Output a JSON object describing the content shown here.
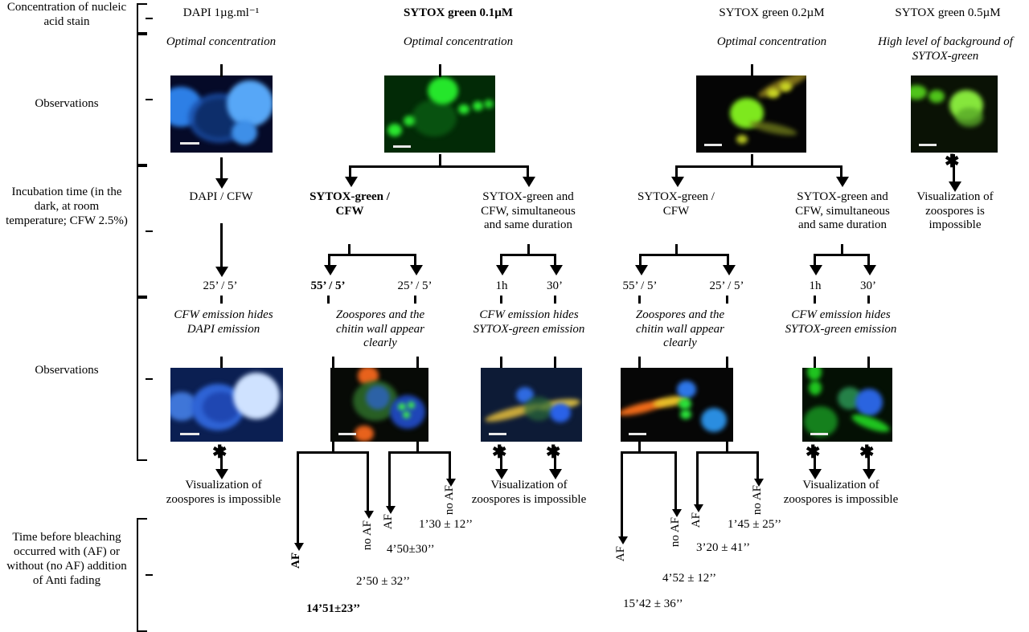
{
  "row_labels": [
    {
      "id": "concentration",
      "text": "Concentration of nucleic acid stain"
    },
    {
      "id": "observations-1",
      "text": "Observations"
    },
    {
      "id": "incubation",
      "text": "Incubation time (in the dark, at room temperature; CFW 2.5%)"
    },
    {
      "id": "observations-2",
      "text": "Observations"
    },
    {
      "id": "bleaching",
      "text": "Time before bleaching occurred with  (AF) or without (no AF) addition of Anti fading"
    }
  ],
  "columns": {
    "dapi": {
      "concentration": "DAPI 1µg.ml⁻¹",
      "observation": "Optimal concentration"
    },
    "sytox01": {
      "concentration": "SYTOX green 0.1µM",
      "observation": "Optimal concentration"
    },
    "sytox02": {
      "concentration": "SYTOX green 0.2µM",
      "observation": "Optimal concentration"
    },
    "sytox05": {
      "concentration": "SYTOX green 0.5µM",
      "observation": "High level of background of SYTOX-green"
    }
  },
  "protocols": {
    "dapi_cfw": "DAPI / CFW",
    "sytox_cfw_b": "SYTOX-green / CFW",
    "sytox_cfw_sim_b": "SYTOX-green and CFW, simultaneous and same duration",
    "sytox_cfw_c": "SYTOX-green / CFW",
    "sytox_cfw_sim_c": "SYTOX-green and CFW, simultaneous and same duration"
  },
  "incubation_times": {
    "dapi": "25’ / 5’",
    "sytox01_a": "55’ / 5’",
    "sytox01_b": "25’ / 5’",
    "sytox01_sim_a": "1h",
    "sytox01_sim_b": "30’",
    "sytox02_a": "55’ / 5’",
    "sytox02_b": "25’ / 5’",
    "sytox02_sim_a": "1h",
    "sytox02_sim_b": "30’"
  },
  "observations_2": {
    "dapi": "CFW emission hides DAPI emission",
    "sytox01": "Zoospores and the chitin wall appear clearly",
    "sytox01_sim": "CFW emission hides SYTOX-green emission",
    "sytox02": "Zoospores and the chitin wall appear clearly",
    "sytox02_sim": "CFW emission hides SYTOX-green emission"
  },
  "impossible_text": "Visualization of zoospores is impossible",
  "af_labels": {
    "af": "AF",
    "no_af": "no AF"
  },
  "bleaching_times": {
    "sytox01_af": "14’51±23’’",
    "sytox01_noaf": "2’50 ± 32’’",
    "sytox01_b_af": "4’50±30’’",
    "sytox01_b_noaf": "1’30 ± 12’’",
    "sytox02_af": "15’42 ± 36’’",
    "sytox02_noaf": "4’52 ± 12’’",
    "sytox02_b_af": "3’20 ± 41’’",
    "sytox02_b_noaf": "1’45 ± 25’’"
  },
  "micrographs": {
    "dapi_top": {
      "label": "DAPI blue fluorescence micrograph",
      "background": "#050a28",
      "accent": "#3a8ef0"
    },
    "sytox01_top": {
      "label": "SYTOX green 0.1uM micrograph",
      "background": "#022a06",
      "accent": "#16d61c"
    },
    "sytox02_top": {
      "label": "SYTOX green 0.2uM micrograph",
      "background": "#050505",
      "accent": "#8fe01a"
    },
    "sytox05_top": {
      "label": "SYTOX green 0.5uM micrograph",
      "background": "#0a1205",
      "accent": "#5fc71a"
    },
    "dapi_bottom": {
      "label": "DAPI + CFW micrograph",
      "background": "#0b1f52",
      "accent": "#bcd8ff"
    },
    "sytox01_bottom": {
      "label": "SYTOX-green + CFW micrograph",
      "background": "#070a06",
      "accent": "#2ae24a"
    },
    "sytox01_sim_bottom": {
      "label": "SYTOX-green and CFW simultaneous micrograph",
      "background": "#0d1b36",
      "accent": "#e0c83c"
    },
    "sytox02_bottom": {
      "label": "SYTOX-green + CFW micrograph 0.2uM",
      "background": "#060606",
      "accent": "#f07818"
    },
    "sytox02_sim_bottom": {
      "label": "SYTOX-green and CFW simultaneous micrograph 0.2uM",
      "background": "#041004",
      "accent": "#21c41f"
    }
  }
}
